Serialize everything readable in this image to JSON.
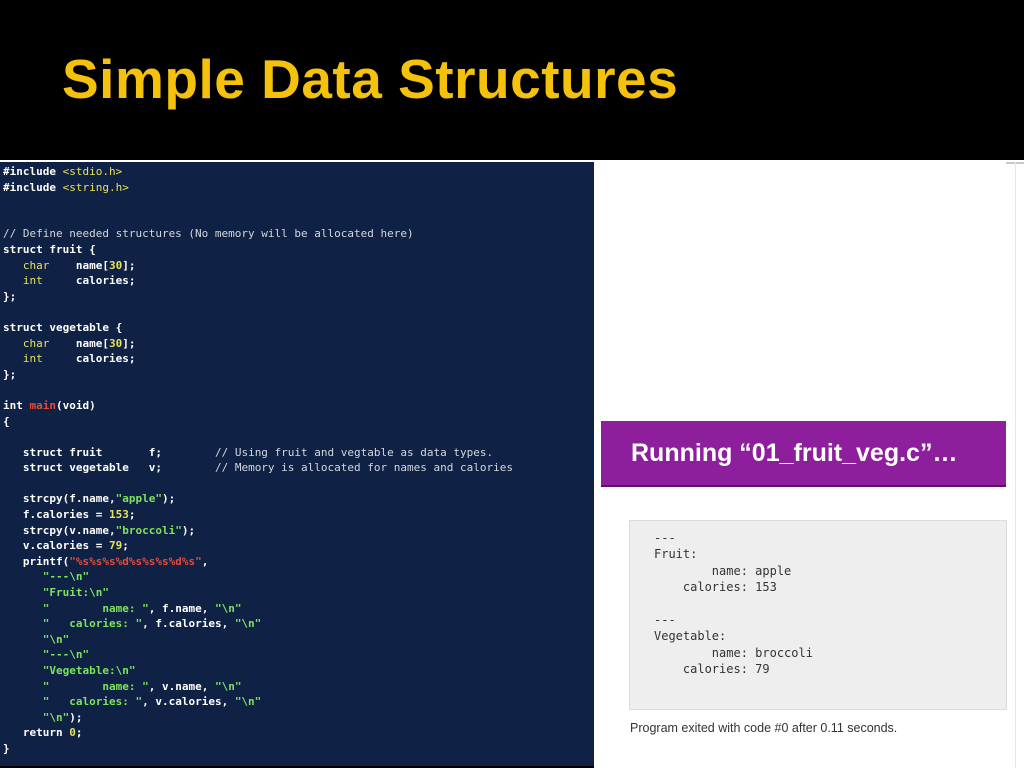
{
  "slide": {
    "title": "Simple Data Structures"
  },
  "code": {
    "include_1": "#include",
    "header_1": "<stdio.h>",
    "include_2": "#include",
    "header_2": "<string.h>",
    "comment_define": "// Define needed structures (No memory will be allocated here)",
    "kw_struct": "struct",
    "fruit_name": "fruit",
    "vegetable_name": "vegetable",
    "open_brace": "{",
    "close_brace": "};",
    "ty_char": "char",
    "ty_int": "int",
    "field_name": "name",
    "array_size": "30",
    "field_calories": "calories;",
    "kw_int": "int",
    "fn_main": "main",
    "void_arg": "(void)",
    "main_open": "{",
    "decl_fruit": "struct fruit",
    "var_f": "f;",
    "comment_using": "// Using fruit and vegtable as data types.",
    "decl_vegetable": "struct vegetable",
    "var_v": "v;",
    "comment_memory": "// Memory is allocated for names and calories",
    "strcpy_fn": "strcpy",
    "strcpy_f_args": "(f.name,",
    "str_apple": "\"apple\"",
    "close_paren_semi": ");",
    "f_calories_assign": "f.calories = ",
    "num_153": "153",
    "strcpy_v_args": "(v.name,",
    "str_broccoli": "\"broccoli\"",
    "v_calories_assign": "v.calories = ",
    "num_79": "79",
    "semi": ";",
    "printf_fn": "printf",
    "printf_open": "(",
    "printf_format": "\"%s%s%s%d%s%s%s%d%s\"",
    "comma": ",",
    "str_dashes": "\"---\\n\"",
    "str_fruit_label": "\"Fruit:\\n\"",
    "str_name_fruit": "\"        name: \"",
    "arg_f_name": ", f.name, ",
    "str_newline": "\"\\n\"",
    "str_calories_fruit": "\"   calories: \"",
    "arg_f_calories": ", f.calories, ",
    "str_newline_2": "\"\\n\"",
    "str_dashes_2": "\"---\\n\"",
    "str_vegetable_label": "\"Vegetable:\\n\"",
    "str_name_veg": "\"        name: \"",
    "arg_v_name": ", v.name, ",
    "str_calories_veg": "\"   calories: \"",
    "arg_v_calories": ", v.calories, ",
    "str_newline_last": "\"\\n\"",
    "printf_close": ");",
    "return_kw": "return",
    "return_val": "0",
    "main_close": "}"
  },
  "run": {
    "banner_text": "Running “01_fruit_veg.c”…"
  },
  "output": {
    "text": "---\nFruit:\n        name: apple\n    calories: 153\n\n---\nVegetable:\n        name: broccoli\n    calories: 79"
  },
  "exit": {
    "message": "Program exited with code #0 after 0.11 seconds."
  }
}
